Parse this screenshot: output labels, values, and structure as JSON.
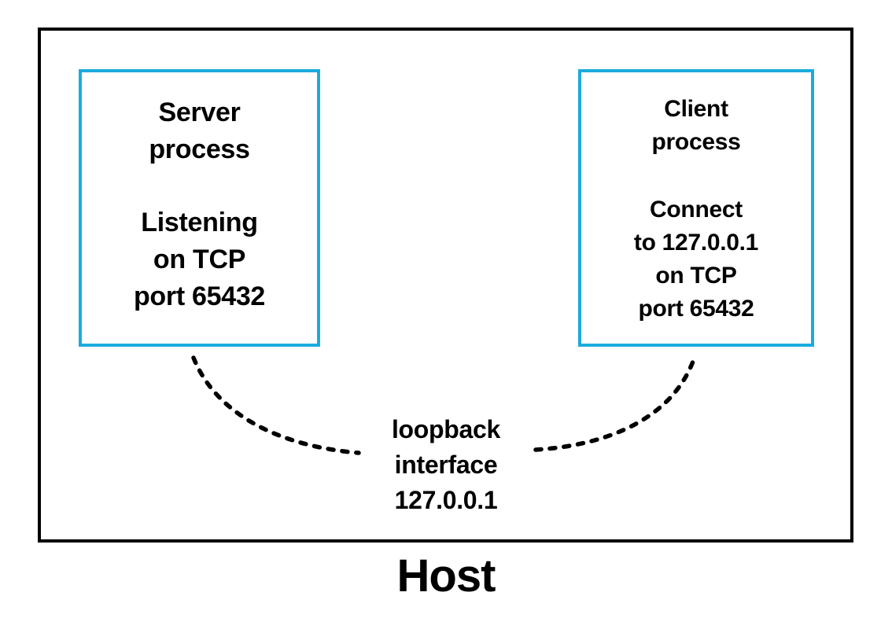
{
  "diagram": {
    "title": "Loopback interface between a server process and a client process on one host",
    "colors": {
      "accent": "#1BABDD",
      "outline": "#000000",
      "background": "#ffffff",
      "text": "#000000"
    },
    "host": {
      "label": "Host"
    },
    "server_box": {
      "name": "Server process",
      "title_lines": [
        "Server",
        "process"
      ],
      "body_lines": [
        "Listening",
        "on TCP",
        "port 65432"
      ],
      "state": "listening",
      "protocol": "TCP",
      "port": "65432"
    },
    "client_box": {
      "name": "Client process",
      "title_lines": [
        "Client",
        "process"
      ],
      "body_lines": [
        "Connect",
        "to 127.0.0.1",
        "on TCP",
        "port 65432"
      ],
      "state": "connect",
      "address": "127.0.0.1",
      "protocol": "TCP",
      "port": "65432"
    },
    "connector": {
      "label_lines": [
        "loopback",
        "interface",
        "127.0.0.1"
      ],
      "interface_name": "loopback",
      "interface_address": "127.0.0.1",
      "style": "dotted-curve"
    }
  }
}
